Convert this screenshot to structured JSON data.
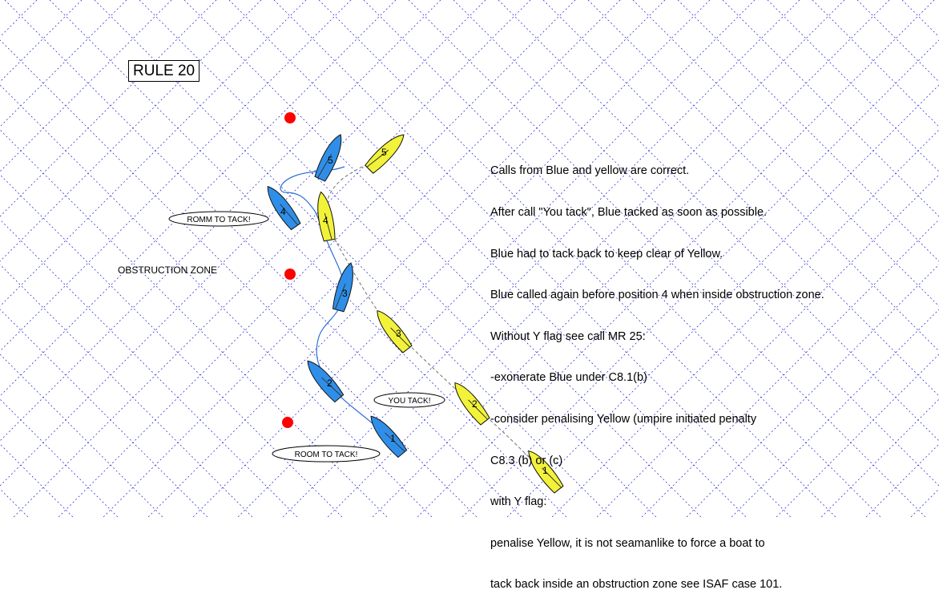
{
  "title": "RULE 20",
  "obstruction_label": "OBSTRUCTION ZONE",
  "hails": {
    "top": "ROMM TO TACK!",
    "middle": "YOU TACK!",
    "bottom": "ROOM TO TACK!"
  },
  "notes": [
    "Calls from Blue and yellow are correct.",
    "After call \"You tack\", Blue tacked as soon as possible.",
    "Blue had to tack back to keep clear of Yellow.",
    "Blue called again before position 4 when inside obstruction zone.",
    "Without Y flag see call MR 25:",
    "-exonerate Blue under C8.1(b)",
    "-consider penalising Yellow (umpire initiated penalty",
    "C8.3 (b) or (c)",
    "with Y flag:",
    "penalise Yellow, it is not seamanlike to force a boat to",
    "tack back inside an obstruction zone see ISAF case 101."
  ],
  "boat_numbers": {
    "blue": [
      "1",
      "2",
      "3",
      "4",
      "5"
    ],
    "yellow": [
      "1",
      "2",
      "3",
      "4",
      "5"
    ]
  },
  "colors": {
    "blue_boat": "#2f8fe8",
    "yellow_boat": "#f2f23a",
    "mark": "#ff0000",
    "grid": "#1a1acc"
  },
  "icons": {
    "mark": "red-circle-mark",
    "boat": "sailboat-hull-icon"
  }
}
